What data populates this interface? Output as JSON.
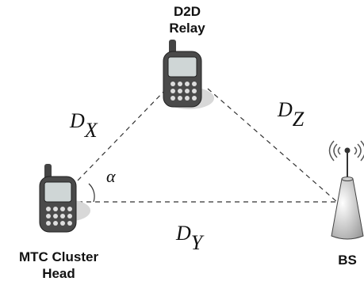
{
  "nodes": {
    "relay": {
      "title_line1": "D2D",
      "title_line2": "Relay"
    },
    "head": {
      "title_line1": "MTC Cluster",
      "title_line2": "Head"
    },
    "bs": {
      "title": "BS"
    }
  },
  "edges": {
    "dx": {
      "var": "D",
      "sub": "X"
    },
    "dz": {
      "var": "D",
      "sub": "Z"
    },
    "dy": {
      "var": "D",
      "sub": "Y"
    }
  },
  "angle": {
    "symbol": "α"
  }
}
